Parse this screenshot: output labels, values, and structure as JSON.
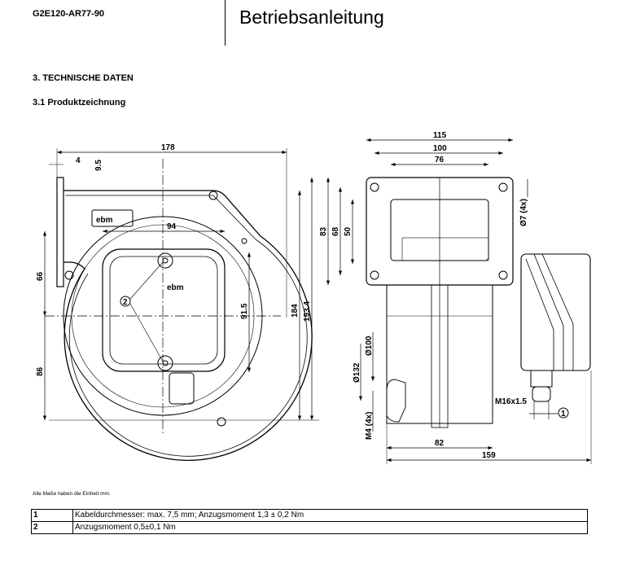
{
  "header": {
    "model": "G2E120-AR77-90",
    "title": "Betriebsanleitung"
  },
  "sections": {
    "technical_data": "3. TECHNISCHE DATEN",
    "product_drawing": "3.1 Produktzeichnung"
  },
  "drawing": {
    "front_view": {
      "d178": "178",
      "d4": "4",
      "d9_5": "9.5",
      "d94": "94",
      "d66": "66",
      "d86": "86",
      "d91_5": "91.5",
      "d184": "184",
      "d193_4": "193.4",
      "callout2": "2",
      "logo": "ebm"
    },
    "side_view": {
      "d115": "115",
      "d100": "100",
      "d76": "76",
      "d83": "83",
      "d68": "68",
      "d50": "50",
      "hole": "Ø7 (4x)",
      "d_inner": "Ø100",
      "d_outer": "Ø132",
      "thread": "M4 (4x)",
      "d82": "82",
      "d159": "159",
      "gland": "M16x1.5",
      "callout1": "1"
    }
  },
  "note": "Alle Maße haben die Einheit mm.",
  "table": [
    {
      "num": "1",
      "text": "Kabeldurchmesser: max. 7,5 mm; Anzugsmoment 1,3 ± 0,2 Nm"
    },
    {
      "num": "2",
      "text": "Anzugsmoment 0,5±0,1 Nm"
    }
  ]
}
